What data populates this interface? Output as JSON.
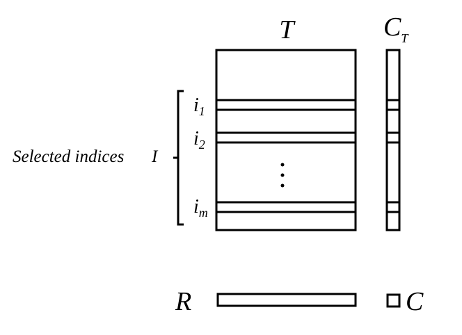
{
  "labels": {
    "matrix": "T",
    "column_main": "C",
    "column_sub": "T",
    "row": "R",
    "cell": "C",
    "side_label": "Selected indices",
    "side_symbol": "I"
  },
  "indices": [
    {
      "base": "i",
      "sub": "1"
    },
    {
      "base": "i",
      "sub": "2"
    },
    {
      "base": "i",
      "sub": "m"
    }
  ]
}
